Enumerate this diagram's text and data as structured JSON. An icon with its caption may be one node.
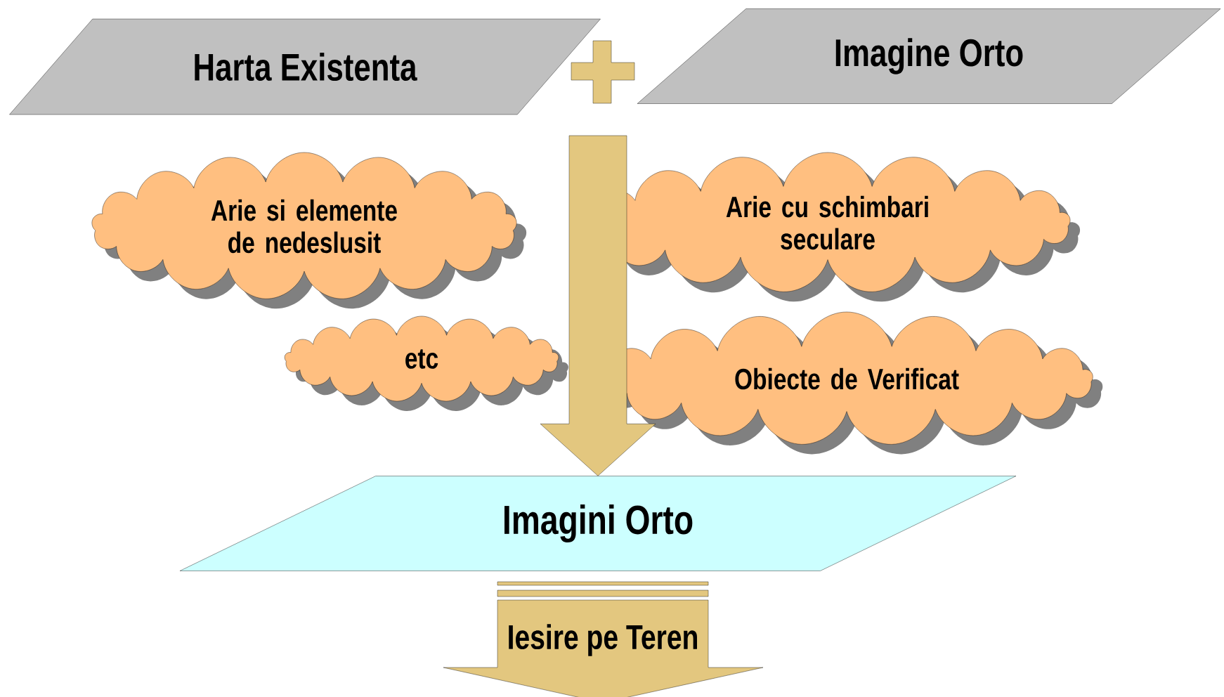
{
  "diagram": {
    "nodes": [
      {
        "text": [
          "Harta Existenta"
        ]
      },
      {
        "text": [],
        "shape": "plus"
      },
      {
        "text": [
          "Imagine Orto"
        ]
      },
      {
        "text": [
          "Arie si elemente de nedeslusit"
        ]
      },
      {
        "text": [
          "Arie cu schimbari seculare"
        ]
      },
      {
        "text": [
          "etc"
        ]
      },
      {
        "text": [
          "Obiecte de Verificat"
        ]
      },
      {
        "text": [
          "Imagini Orto"
        ]
      },
      {
        "text": [
          "Iesire pe Teren"
        ]
      }
    ],
    "edges": [
      {
        "from": null,
        "to": 7,
        "arrow": "to"
      }
    ]
  }
}
